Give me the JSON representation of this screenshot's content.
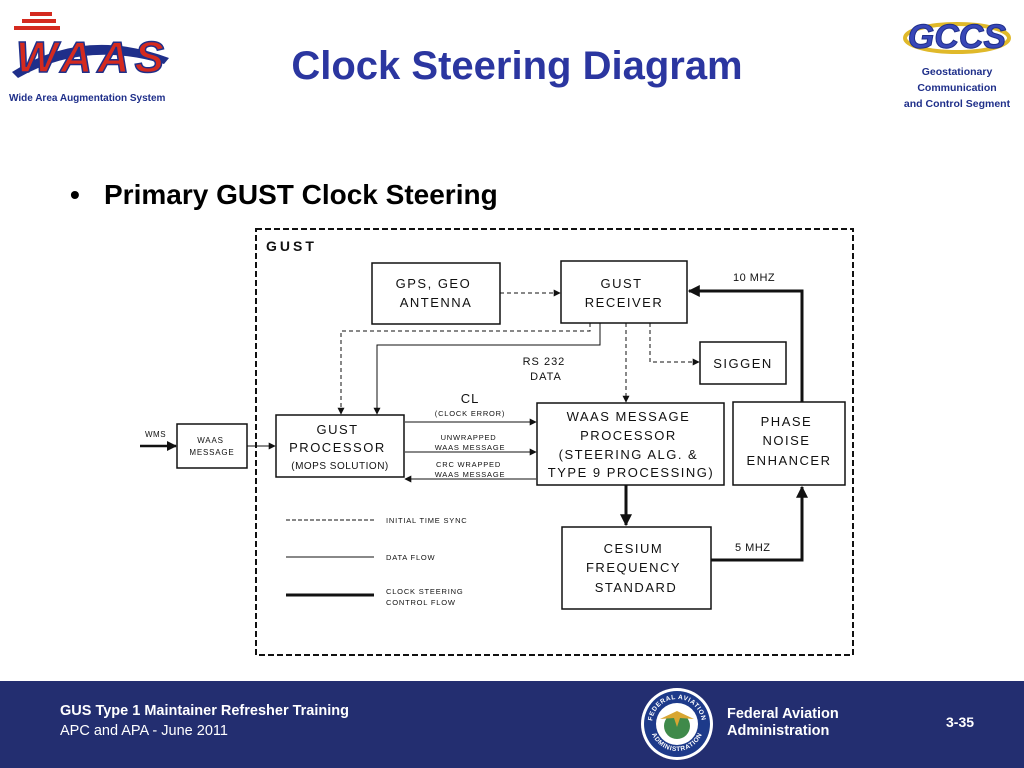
{
  "header": {
    "title": "Clock Steering Diagram",
    "waas_logo_text": "WAAS",
    "waas_caption": "Wide Area Augmentation System",
    "gccs_logo_text": "GCCS",
    "gccs_lines": [
      "Geostationary",
      "Communication",
      "and Control Segment"
    ]
  },
  "bullet": {
    "text": "Primary GUST Clock Steering"
  },
  "diagram": {
    "frame_label": "GUST",
    "boxes": {
      "gps_geo_antenna": [
        "GPS, GEO",
        "ANTENNA"
      ],
      "gust_receiver": [
        "GUST",
        "RECEIVER"
      ],
      "siggen": [
        "SIGGEN"
      ],
      "gust_processor": [
        "GUST",
        "PROCESSOR",
        "(MOPS SOLUTION)"
      ],
      "waas_message_processor": [
        "WAAS MESSAGE",
        "PROCESSOR",
        "(STEERING ALG. &",
        "TYPE 9 PROCESSING)"
      ],
      "phase_noise_enhancer": [
        "PHASE",
        "NOISE",
        "ENHANCER"
      ],
      "cesium_frequency_standard": [
        "CESIUM",
        "FREQUENCY",
        "STANDARD"
      ],
      "waas_message": [
        "WAAS",
        "MESSAGE"
      ]
    },
    "labels": {
      "wms": "WMS",
      "ten_mhz": "10 MHZ",
      "five_mhz": "5 MHZ",
      "rs232": [
        "RS 232",
        "DATA"
      ],
      "cl": "CL",
      "clock_error": "(CLOCK ERROR)",
      "unwrapped": [
        "UNWRAPPED",
        "WAAS MESSAGE"
      ],
      "crc_wrapped": [
        "CRC WRAPPED",
        "WAAS MESSAGE"
      ]
    },
    "legend": {
      "initial_time_sync": "INITIAL TIME SYNC",
      "data_flow": "DATA FLOW",
      "clock_steering": [
        "CLOCK STEERING",
        "CONTROL FLOW"
      ]
    }
  },
  "footer": {
    "course": "GUS Type 1 Maintainer Refresher Training",
    "date": "APC and APA - June 2011",
    "agency": [
      "Federal Aviation",
      "Administration"
    ],
    "seal_text": [
      "FEDERAL AVIATION",
      "ADMINISTRATION"
    ],
    "page": "3-35"
  },
  "colors": {
    "title": "#2b36a0",
    "footer_bg": "#232e70",
    "logo_red": "#d42a1f",
    "logo_blue": "#1f2f8a"
  }
}
